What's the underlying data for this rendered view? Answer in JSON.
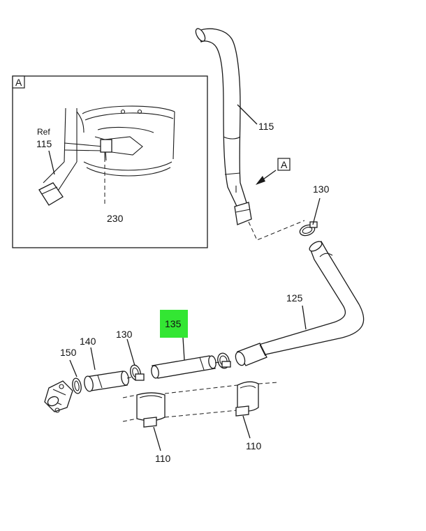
{
  "callouts": {
    "p115": "115",
    "p130_top": "130",
    "p125": "125",
    "p135": "135",
    "p130_left": "130",
    "p140": "140",
    "p150": "150",
    "p110_left": "110",
    "p110_right": "110",
    "p230": "230",
    "ref": "Ref",
    "ref115": "115"
  },
  "view_markers": {
    "inset": "A",
    "main": "A"
  },
  "colors": {
    "highlight": "#33e633",
    "line": "#1a1a1a",
    "background": "#ffffff"
  }
}
